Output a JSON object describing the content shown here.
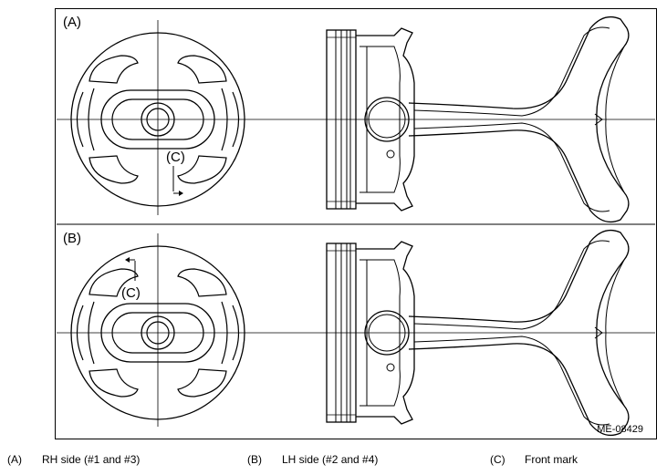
{
  "figure": {
    "panel_a_label": "(A)",
    "panel_b_label": "(B)",
    "callout_a": "(C)",
    "callout_b": "(C)",
    "code": "ME-08429"
  },
  "legend": [
    {
      "key": "(A)",
      "text": "RH side (#1 and #3)"
    },
    {
      "key": "(B)",
      "text": "LH side (#2 and #4)"
    },
    {
      "key": "(C)",
      "text": "Front mark"
    }
  ]
}
